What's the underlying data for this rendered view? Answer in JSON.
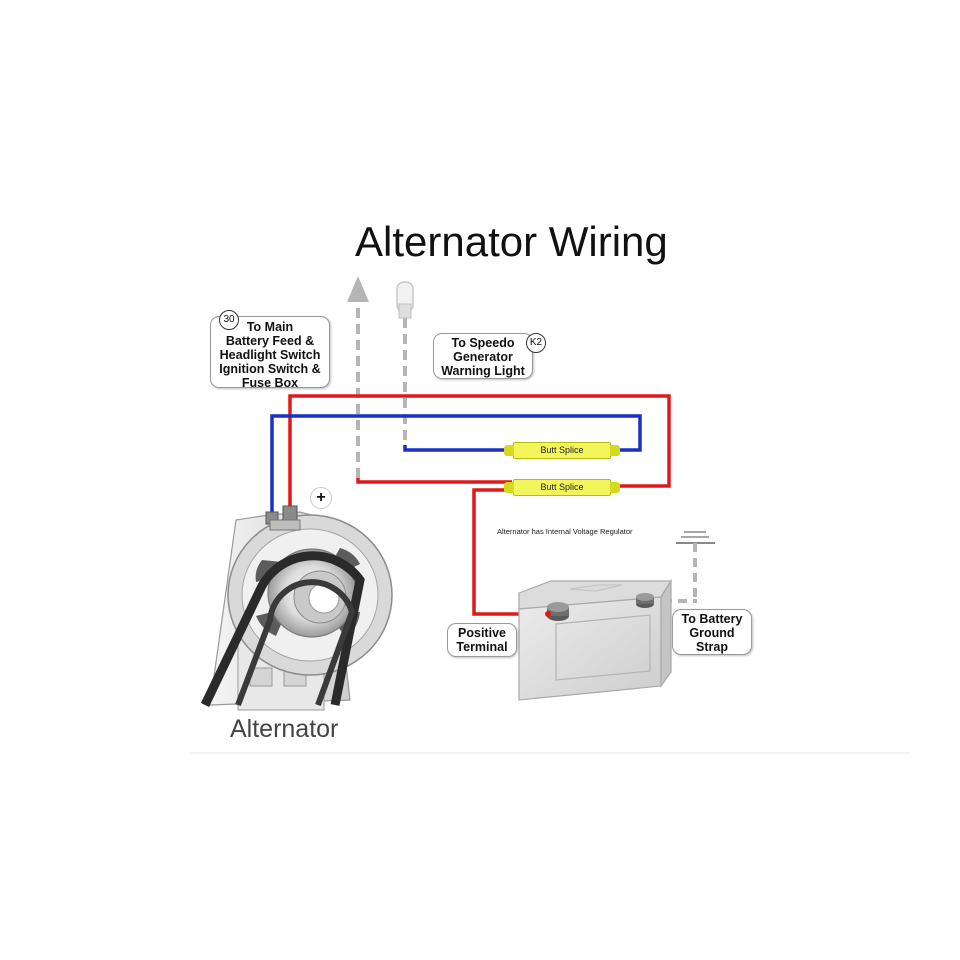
{
  "title": "Alternator Wiring",
  "labels": {
    "main_feed": {
      "badge": "30",
      "lines": [
        "To Main",
        "Battery Feed &",
        "Headlight Switch",
        "Ignition Switch &",
        "Fuse Box"
      ]
    },
    "speedo": {
      "badge": "K2",
      "lines": [
        "To Speedo",
        "Generator",
        "Warning Light"
      ]
    },
    "splice_top": "Butt Splice",
    "splice_bottom": "Butt Splice",
    "regulator_note": "Alternator has Internal Voltage Regulator",
    "positive_terminal": [
      "Positive",
      "Terminal"
    ],
    "ground_strap": [
      "To Battery",
      "Ground",
      "Strap"
    ],
    "alternator": "Alternator",
    "plus_sign": "+"
  },
  "colors": {
    "positive_wire": "#e01818",
    "signal_wire": "#1a2fc8",
    "dashed_lead": "#b5b5b5",
    "splice": "#f3f55a"
  }
}
